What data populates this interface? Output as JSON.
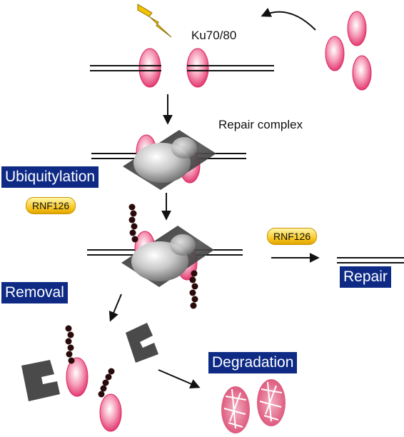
{
  "labels": {
    "ku": "Ku70/80",
    "repair_complex": "Repair complex",
    "ubiquitylation": "Ubiquitylation",
    "rnf126_left": "RNF126",
    "rnf126_right": "RNF126",
    "repair": "Repair",
    "removal": "Removal",
    "degradation": "Degradation"
  },
  "colors": {
    "box_fill": "#0e2a85",
    "box_text": "#ffffff",
    "ku_pink": "#e8336e",
    "ubiquitin": "#2a0a0a",
    "pill_fill": "#f6c21a",
    "lightning": "#f2c200"
  }
}
